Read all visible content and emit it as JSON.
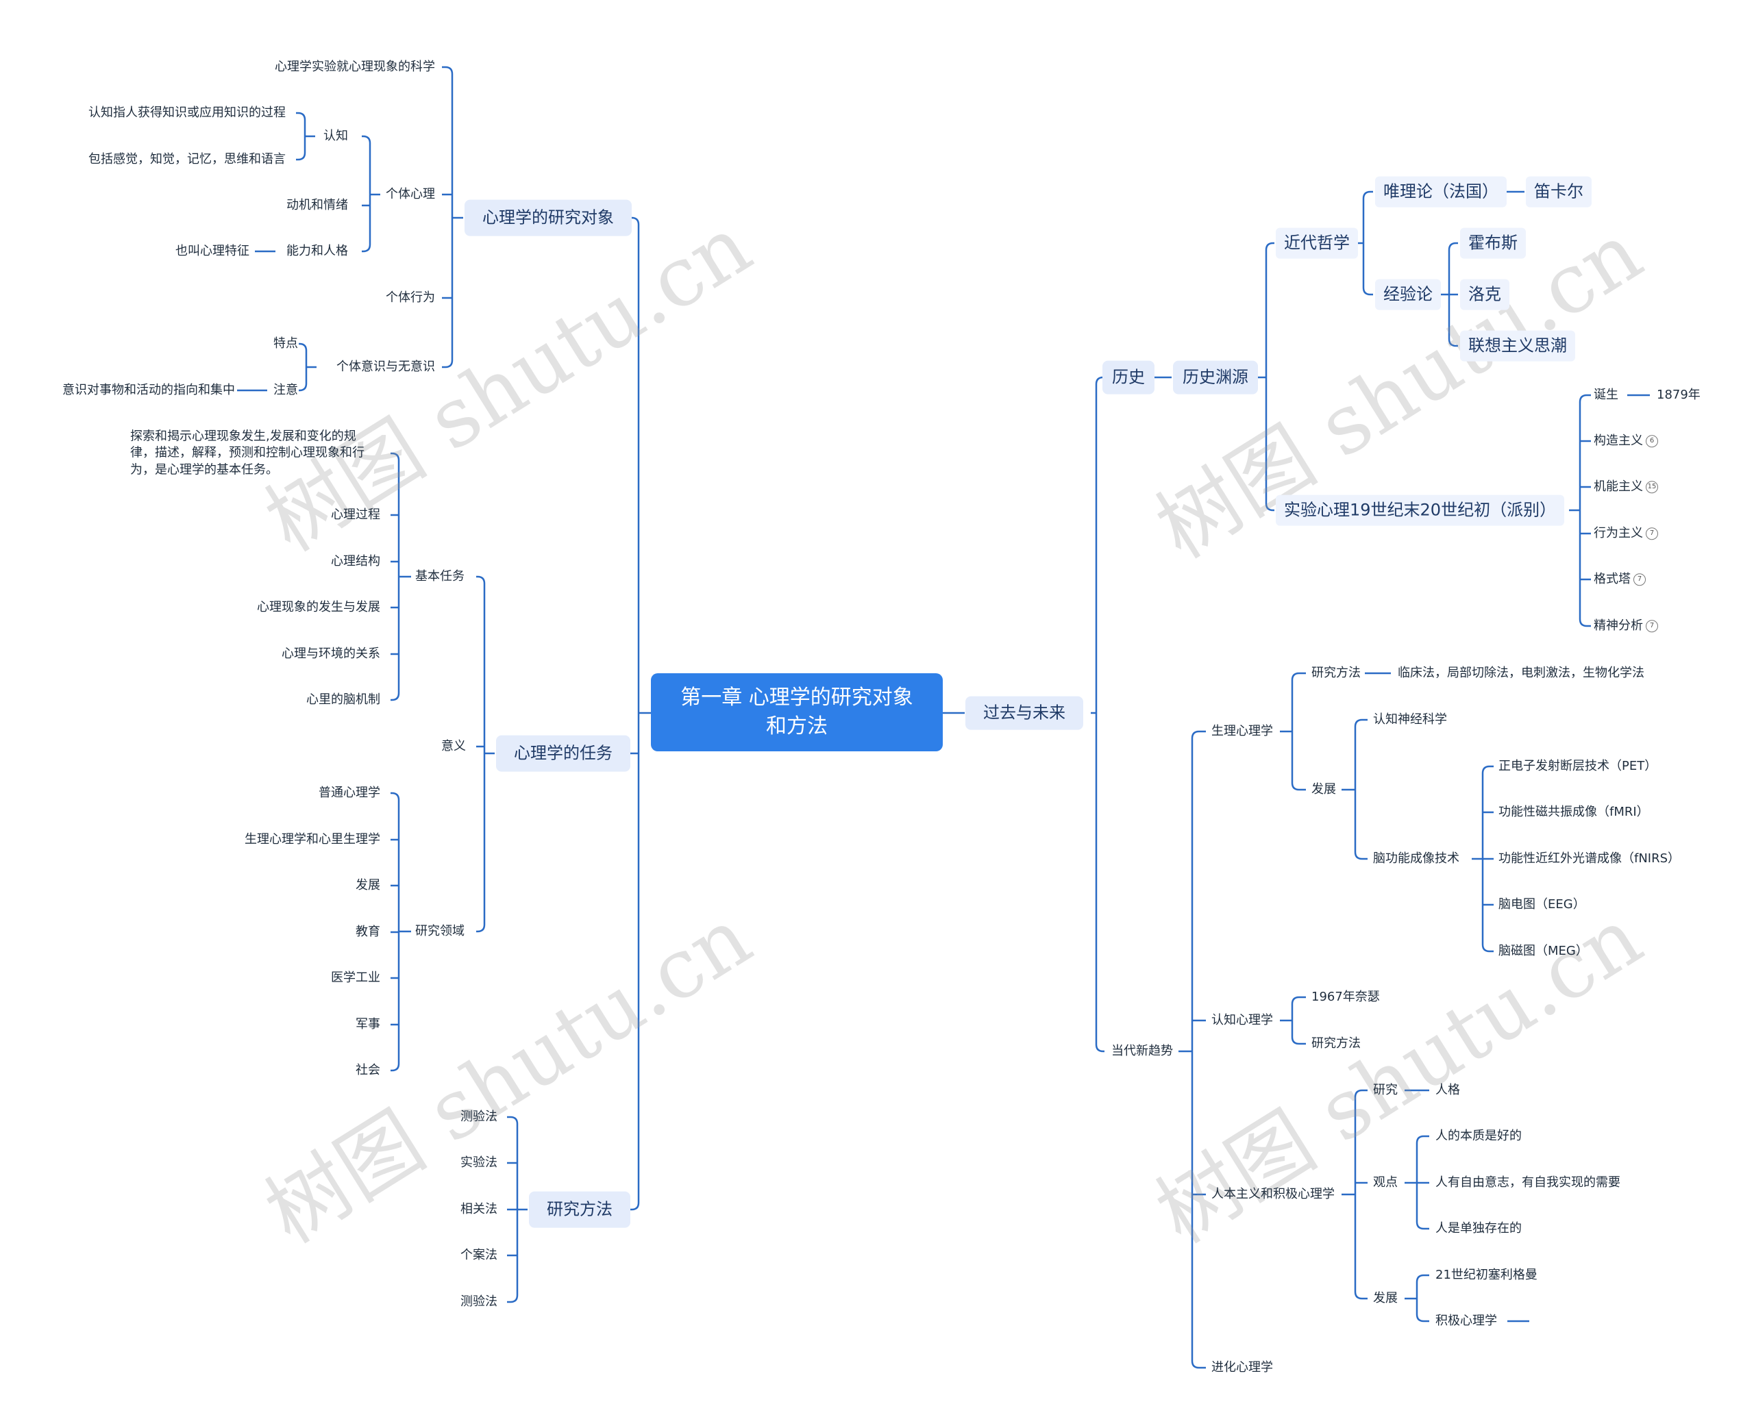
{
  "root": {
    "line1": "第一章 心理学的研究对象",
    "line2": "和方法"
  },
  "watermark": "树图 shutu.cn",
  "left": {
    "research_object": {
      "label": "心理学的研究对象",
      "definition": "心理学实验就心理现象的科学",
      "individual_psych": {
        "label": "个体心理",
        "cognition": {
          "label": "认知",
          "def": "认知指人获得知识或应用知识的过程",
          "includes": "包括感觉，知觉，记忆，思维和语言"
        },
        "motivation": "动机和情绪",
        "ability": {
          "label": "能力和人格",
          "alias": "也叫心理特征"
        }
      },
      "behavior": "个体行为",
      "consciousness": {
        "label": "个体意识与无意识",
        "feature": "特点",
        "attention": {
          "label": "注意",
          "def": "意识对事物和活动的指向和集中"
        }
      }
    },
    "tasks": {
      "label": "心理学的任务",
      "basic": {
        "label": "基本任务",
        "desc": "探索和揭示心理现象发生,发展和变化的规律，描述，解释，预测和控制心理现象和行为，是心理学的基本任务。",
        "items": [
          "心理过程",
          "心理结构",
          "心理现象的发生与发展",
          "心理与环境的关系",
          "心里的脑机制"
        ]
      },
      "meaning": "意义",
      "fields": {
        "label": "研究领域",
        "items": [
          "普通心理学",
          "生理心理学和心里生理学",
          "发展",
          "教育",
          "医学工业",
          "军事",
          "社会"
        ]
      }
    },
    "methods": {
      "label": "研究方法",
      "items": [
        "测验法",
        "实验法",
        "相关法",
        "个案法",
        "测验法"
      ]
    }
  },
  "right": {
    "past_future": "过去与未来",
    "history": {
      "label": "历史",
      "origin": "历史渊源",
      "modern_philosophy": {
        "label": "近代哲学",
        "rationalism": {
          "label": "唯理论（法国）",
          "person": "笛卡尔"
        },
        "empiricism": {
          "label": "经验论",
          "items": [
            "霍布斯",
            "洛克",
            "联想主义思潮"
          ]
        }
      },
      "experimental": {
        "label": "实验心理19世纪末20世纪初（派别）",
        "birth": {
          "label": "诞生",
          "year": "1879年"
        },
        "schools": [
          {
            "label": "构造主义",
            "count": "6"
          },
          {
            "label": "机能主义",
            "count": "15"
          },
          {
            "label": "行为主义",
            "count": "7"
          },
          {
            "label": "格式塔",
            "count": "7"
          },
          {
            "label": "精神分析",
            "count": "7"
          }
        ]
      }
    },
    "trends": {
      "label": "当代新趋势",
      "physiological": {
        "label": "生理心理学",
        "method": {
          "label": "研究方法",
          "value": "临床法，局部切除法，电刺激法，生物化学法"
        },
        "development": {
          "label": "发展",
          "cognitive_neuro": "认知神经科学",
          "imaging": {
            "label": "脑功能成像技术",
            "items": [
              "正电子发射断层技术（PET）",
              "功能性磁共振成像（fMRI）",
              "功能性近红外光谱成像（fNIRS）",
              "脑电图（EEG）",
              "脑磁图（MEG）"
            ]
          }
        }
      },
      "cognitive": {
        "label": "认知心理学",
        "items": [
          "1967年奈瑟",
          "研究方法"
        ]
      },
      "humanistic": {
        "label": "人本主义和积极心理学",
        "research": {
          "label": "研究",
          "value": "人格"
        },
        "views": {
          "label": "观点",
          "items": [
            "人的本质是好的",
            "人有自由意志，有自我实现的需要",
            "人是单独存在的"
          ]
        },
        "development": {
          "label": "发展",
          "items": [
            "21世纪初塞利格曼",
            "积极心理学"
          ]
        }
      },
      "evolutionary": "进化心理学"
    }
  },
  "colors": {
    "line": "#2a6bc5",
    "root": "#2e7fe8",
    "node_bg": "#e4ecfb"
  }
}
